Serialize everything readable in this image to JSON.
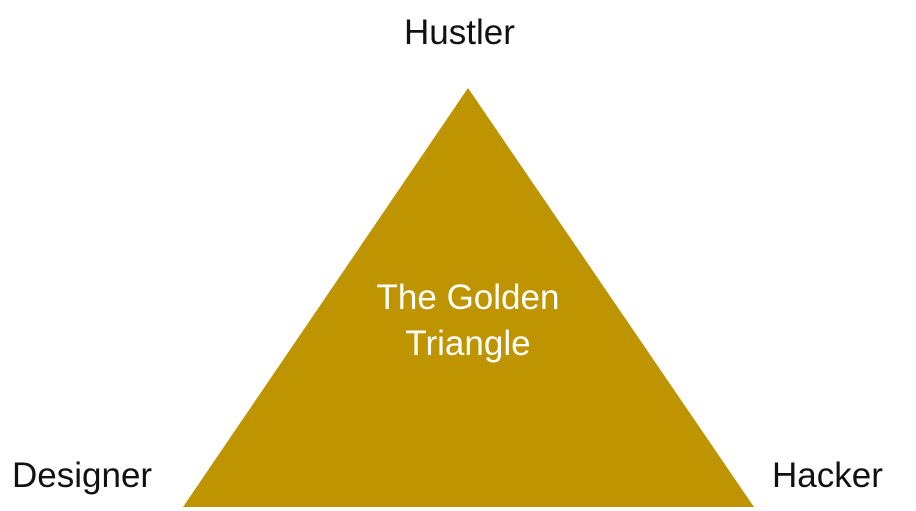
{
  "diagram": {
    "fill_color": "#BE9401",
    "text_color": "#FFFFFF",
    "label_color": "#111111",
    "top_label": "Hustler",
    "left_label": "Designer",
    "right_label": "Hacker",
    "center_line_1": "The Golden",
    "center_line_2": "Triangle"
  }
}
